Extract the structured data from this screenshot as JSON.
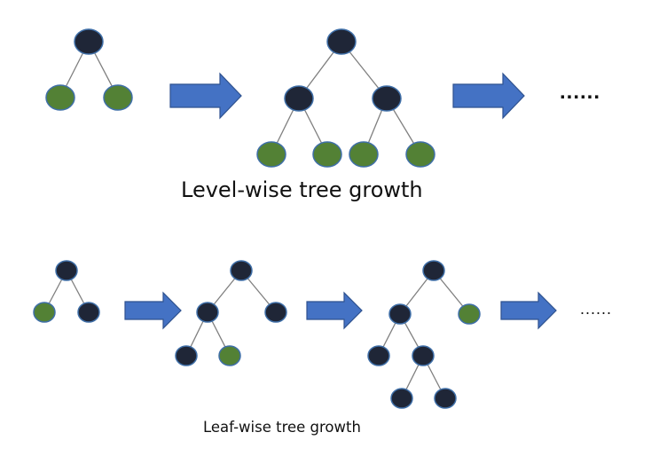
{
  "colors": {
    "internal_node": "#1f2637",
    "leaf_node": "#538135",
    "node_outline": "#3f6fa8",
    "edge": "#7f7f7f",
    "arrow_fill": "#4472c4",
    "arrow_stroke": "#2f528f"
  },
  "level_wise": {
    "caption": "Level-wise tree growth",
    "continuation": "......",
    "trees": [
      {
        "nodes": [
          {
            "id": "root",
            "kind": "internal"
          },
          {
            "id": "l",
            "kind": "leaf"
          },
          {
            "id": "r",
            "kind": "leaf"
          }
        ],
        "edges": [
          [
            "root",
            "l"
          ],
          [
            "root",
            "r"
          ]
        ]
      },
      {
        "nodes": [
          {
            "id": "root",
            "kind": "internal"
          },
          {
            "id": "l",
            "kind": "internal"
          },
          {
            "id": "r",
            "kind": "internal"
          },
          {
            "id": "ll",
            "kind": "leaf"
          },
          {
            "id": "lr",
            "kind": "leaf"
          },
          {
            "id": "rl",
            "kind": "leaf"
          },
          {
            "id": "rr",
            "kind": "leaf"
          }
        ],
        "edges": [
          [
            "root",
            "l"
          ],
          [
            "root",
            "r"
          ],
          [
            "l",
            "ll"
          ],
          [
            "l",
            "lr"
          ],
          [
            "r",
            "rl"
          ],
          [
            "r",
            "rr"
          ]
        ]
      }
    ]
  },
  "leaf_wise": {
    "caption": "Leaf-wise tree growth",
    "continuation": "......",
    "trees": [
      {
        "nodes": [
          {
            "id": "root",
            "kind": "internal"
          },
          {
            "id": "l",
            "kind": "leaf"
          },
          {
            "id": "r",
            "kind": "internal"
          }
        ],
        "edges": [
          [
            "root",
            "l"
          ],
          [
            "root",
            "r"
          ]
        ]
      },
      {
        "nodes": [
          {
            "id": "root",
            "kind": "internal"
          },
          {
            "id": "l",
            "kind": "internal"
          },
          {
            "id": "r",
            "kind": "internal"
          },
          {
            "id": "ll",
            "kind": "internal"
          },
          {
            "id": "lr",
            "kind": "leaf"
          }
        ],
        "edges": [
          [
            "root",
            "l"
          ],
          [
            "root",
            "r"
          ],
          [
            "l",
            "ll"
          ],
          [
            "l",
            "lr"
          ]
        ]
      },
      {
        "nodes": [
          {
            "id": "root",
            "kind": "internal"
          },
          {
            "id": "l",
            "kind": "internal"
          },
          {
            "id": "r",
            "kind": "leaf"
          },
          {
            "id": "ll",
            "kind": "internal"
          },
          {
            "id": "lr",
            "kind": "internal"
          },
          {
            "id": "lrl",
            "kind": "internal"
          },
          {
            "id": "lrr",
            "kind": "internal"
          }
        ],
        "edges": [
          [
            "root",
            "l"
          ],
          [
            "root",
            "r"
          ],
          [
            "l",
            "ll"
          ],
          [
            "l",
            "lr"
          ],
          [
            "lr",
            "lrl"
          ],
          [
            "lr",
            "lrr"
          ]
        ]
      }
    ]
  }
}
